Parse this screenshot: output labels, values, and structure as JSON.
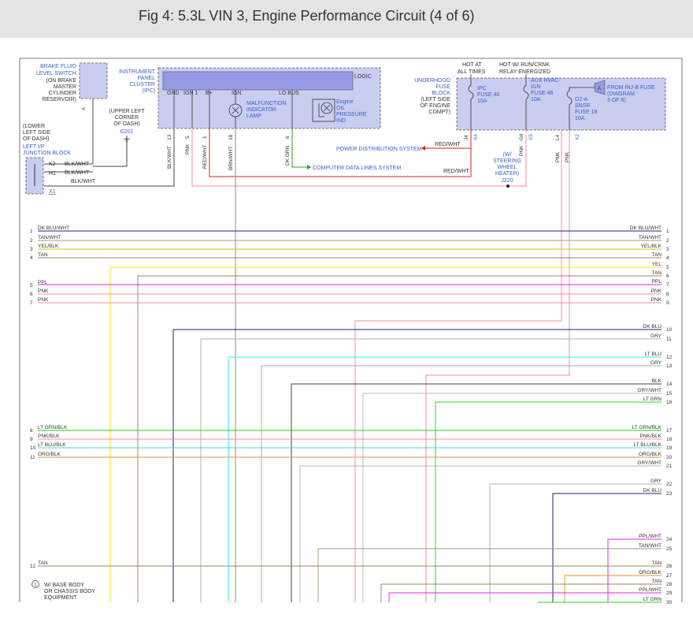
{
  "header": {
    "title": "Fig 4: 5.3L VIN 3, Engine Performance Circuit (4 of 6)"
  },
  "colors": {
    "component_fill": "#c9cdf0",
    "logic_fill": "#9599e6",
    "blue_text": "#3a5fcc",
    "wire_black": "#444444",
    "wire_red": "#d42020",
    "wire_pink": "#ff8aa0",
    "wire_green": "#1ea51e",
    "wire_brown": "#9a8a6e"
  },
  "components": {
    "brake_fluid": {
      "name_line1": "BRAKE FLUID",
      "name_line2": "LEVEL SWITCH",
      "loc1": "(ON BRAKE",
      "loc2": "MASTER",
      "loc3": "CYLINDER",
      "loc4": "RESERVOIR)",
      "pin": "A"
    },
    "g201": {
      "loc1": "(UPPER LEFT",
      "loc2": "CORNER",
      "loc3": "OF DASH)",
      "ground": "G201"
    },
    "junction_block": {
      "loc1": "(LOWER",
      "loc2": "LEFT SIDE",
      "loc3": "OF DASH)",
      "name1": "LEFT I/P",
      "name2": "JUNCTION BLOCK",
      "connector": "X1"
    },
    "ipc": {
      "name1": "INSTRUMENT",
      "name2": "PANEL",
      "name3": "CLUSTER",
      "name4": "(IPC)",
      "logic": "LOGIC",
      "pin_gnd": "GND",
      "pin_ign1": "IGN 1",
      "pin_bplus": "B+",
      "pin_ign": "IGN",
      "pin_lobus": "LO BUS",
      "mil1": "MALFUNCTION",
      "mil2": "INDICATOR",
      "mil3": "LAMP",
      "eop1": "Engine",
      "eop2": "OIL",
      "eop3": "PRESSURE",
      "eop4": "IND"
    },
    "fuse_block": {
      "name1": "UNDERHOOD",
      "name2": "FUSE",
      "name3": "BLOCK",
      "loc1": "(LEFT SIDE",
      "loc2": "OF ENGINE",
      "loc3": "COMPT)",
      "hot_all1": "HOT AT",
      "hot_all2": "ALL TIMES",
      "hot_run1": "HOT W/ RUN/CRNK",
      "hot_run2": "RELAY ENERGIZED",
      "ipc_fuse1": "IPC",
      "ipc_fuse2": "FUSE 46",
      "ipc_fuse3": "10A",
      "aux_fuse1": "AUX HVAC-",
      "aux_fuse2": "IGN",
      "aux_fuse3": "FUSE 48",
      "aux_fuse4": "10A",
      "o2_fuse1": "O2-A",
      "o2_fuse2": "SNSR",
      "o2_fuse3": "FUSE 18",
      "o2_fuse4": "10A",
      "from_inj1": "FROM INJ-B FUSE",
      "from_inj2": "(DIAGRAM",
      "from_inj3": "3 OF 6)",
      "inj_pin": "A"
    },
    "steering_heater": {
      "l1": "(W/",
      "l2": "STEERING",
      "l3": "WHEEL",
      "l4": "HEATER)",
      "splice": "J220"
    }
  },
  "wire_labels": {
    "k2": "K2",
    "h1": "H1",
    "blk_wht": "BLK/WHT",
    "ipc_wires": [
      {
        "pin": "13",
        "color": "BLK/WHT"
      },
      {
        "pin": "5",
        "color": "PNK"
      },
      {
        "pin": "1",
        "color": "RED/WHT"
      },
      {
        "pin": "18",
        "color": "BRN/WHT"
      },
      {
        "pin": "6",
        "color": "DK GRN"
      }
    ],
    "fuse_wires": [
      {
        "pin": "J4",
        "conn": "X4",
        "color": "RED/WHT"
      },
      {
        "pin": "G4",
        "conn": "X5",
        "color": "PNK"
      },
      {
        "pin": "L4",
        "conn": "X2",
        "color": "PNK"
      }
    ],
    "pnk_extra": "PNK",
    "red_wht_1": "RED/WHT",
    "red_wht_2": "RED/WHT",
    "power_dist": "POWER DISTRIBUTION SYSTEM",
    "comp_data": "COMPUTER DATA LINES SYSTEM",
    "footnote_num": "1",
    "footnote1": "W/ BASE BODY",
    "footnote2": "OR CHASSIS BODY",
    "footnote3": "EQUIPMENT"
  },
  "left_rows": [
    {
      "num": "1",
      "label": "DK BLU/WHT",
      "color": "#1a237e"
    },
    {
      "num": "2",
      "label": "TAN/WHT",
      "color": "#a89878"
    },
    {
      "num": "3",
      "label": "YEL/BLK",
      "color": "#cfc800"
    },
    {
      "num": "4",
      "label": "TAN",
      "color": "#a4865a"
    },
    {
      "num": "5",
      "label": "PPL",
      "color": "#ee22ee"
    },
    {
      "num": "6",
      "label": "PNK",
      "color": "#ff8aa0"
    },
    {
      "num": "7",
      "label": "PNK",
      "color": "#ff8aa0"
    },
    {
      "num": "8",
      "label": "LT GRN/BLK",
      "color": "#22cc22"
    },
    {
      "num": "9",
      "label": "PNK/BLK",
      "color": "#ff8aa0"
    },
    {
      "num": "10",
      "label": "LT BLU/BLK",
      "color": "#44dddd"
    },
    {
      "num": "11",
      "label": "ORG/BLK",
      "color": "#e8962a"
    },
    {
      "num": "12",
      "label": "TAN",
      "color": "#a4865a"
    }
  ],
  "right_rows": [
    {
      "num": "1",
      "label": "DK BLU/WHT",
      "color": "#1a237e"
    },
    {
      "num": "2",
      "label": "TAN/WHT",
      "color": "#a89878"
    },
    {
      "num": "3",
      "label": "YEL/BLK",
      "color": "#cfc800"
    },
    {
      "num": "4",
      "label": "TAN",
      "color": "#a4865a"
    },
    {
      "num": "5",
      "label": "YEL",
      "color": "#eeee00"
    },
    {
      "num": "6",
      "label": "TAN",
      "color": "#a4865a"
    },
    {
      "num": "7",
      "label": "PPL",
      "color": "#ee22ee"
    },
    {
      "num": "8",
      "label": "PNK",
      "color": "#ff8aa0"
    },
    {
      "num": "9",
      "label": "PNK",
      "color": "#ff8aa0"
    },
    {
      "num": "10",
      "label": "DK BLU",
      "color": "#1a237e"
    },
    {
      "num": "11",
      "label": "GRY",
      "color": "#b0b0b0"
    },
    {
      "num": "12",
      "label": "LT BLU",
      "color": "#33eeee"
    },
    {
      "num": "13",
      "label": "GRY",
      "color": "#b0b0b0"
    },
    {
      "num": "14",
      "label": "BLK",
      "color": "#444444"
    },
    {
      "num": "15",
      "label": "GRY/WHT",
      "color": "#b8b8b8"
    },
    {
      "num": "16",
      "label": "LT GRN",
      "color": "#22dd22"
    },
    {
      "num": "17",
      "label": "LT GRN/BLK",
      "color": "#22cc22"
    },
    {
      "num": "18",
      "label": "PNK/BLK",
      "color": "#ff8aa0"
    },
    {
      "num": "19",
      "label": "LT BLU/BLK",
      "color": "#44dddd"
    },
    {
      "num": "20",
      "label": "ORG/BLK",
      "color": "#e8962a"
    },
    {
      "num": "21",
      "label": "GRY/WHT",
      "color": "#b8b8b8"
    },
    {
      "num": "22",
      "label": "GRY",
      "color": "#b0b0b0"
    },
    {
      "num": "23",
      "label": "DK BLU",
      "color": "#1a237e"
    },
    {
      "num": "24",
      "label": "PPL/WHT",
      "color": "#ee22ee"
    },
    {
      "num": "25",
      "label": "TAN/WHT",
      "color": "#a89878"
    },
    {
      "num": "26",
      "label": "TAN",
      "color": "#a4865a"
    },
    {
      "num": "27",
      "label": "ORG/BLK",
      "color": "#e8962a"
    },
    {
      "num": "28",
      "label": "TAN",
      "color": "#a4865a"
    },
    {
      "num": "29",
      "label": "PPL/WHT",
      "color": "#ee22ee"
    },
    {
      "num": "30",
      "label": "LT GRN",
      "color": "#22dd22"
    }
  ]
}
